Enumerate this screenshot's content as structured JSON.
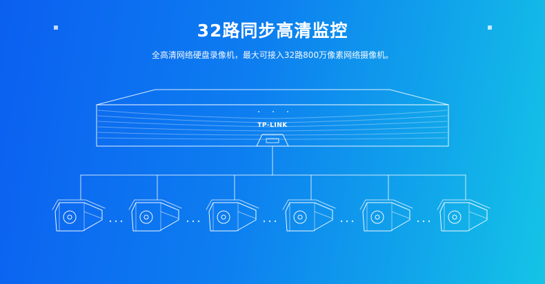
{
  "banner": {
    "title": "32路同步高清监控",
    "subtitle": "全高清网络硬盘录像机，最大可接入32路800万像素网络摄像机。",
    "brand_logo": "TP-LINK"
  },
  "colors": {
    "gradient_start": "#0b5ff0",
    "gradient_end": "#14c4e6",
    "line": "#ffffff"
  },
  "icons": {
    "device": "nvr-icon",
    "camera": "bullet-camera-icon",
    "ellipsis": "ellipsis-dots"
  },
  "camera_count": 6
}
